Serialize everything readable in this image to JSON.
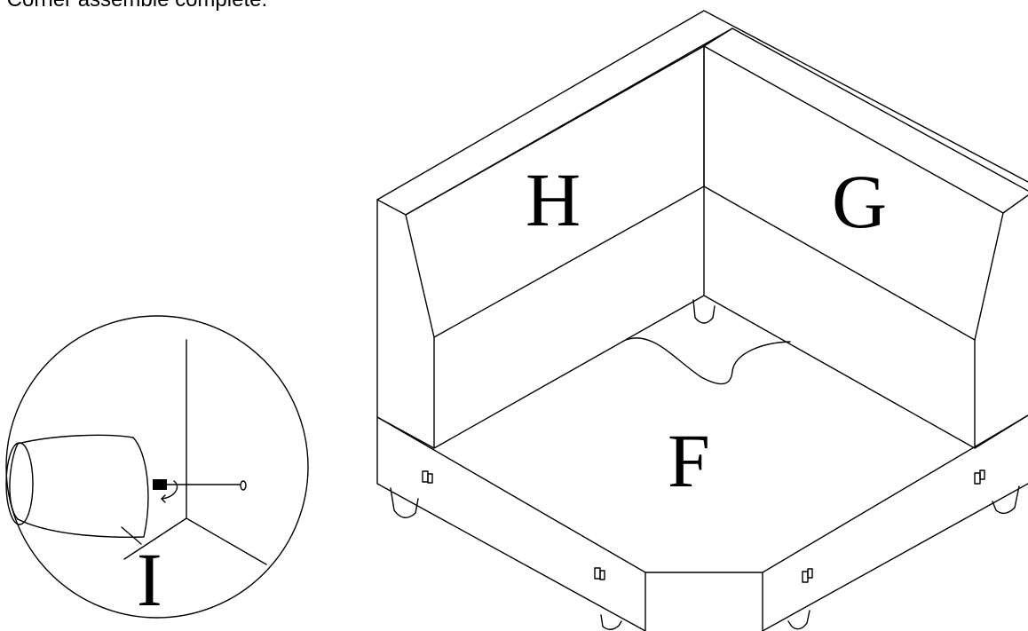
{
  "caption": "l: Corner assemble complete.",
  "labels": {
    "part_h": "H",
    "part_g": "G",
    "part_f": "F",
    "part_i": "I"
  }
}
